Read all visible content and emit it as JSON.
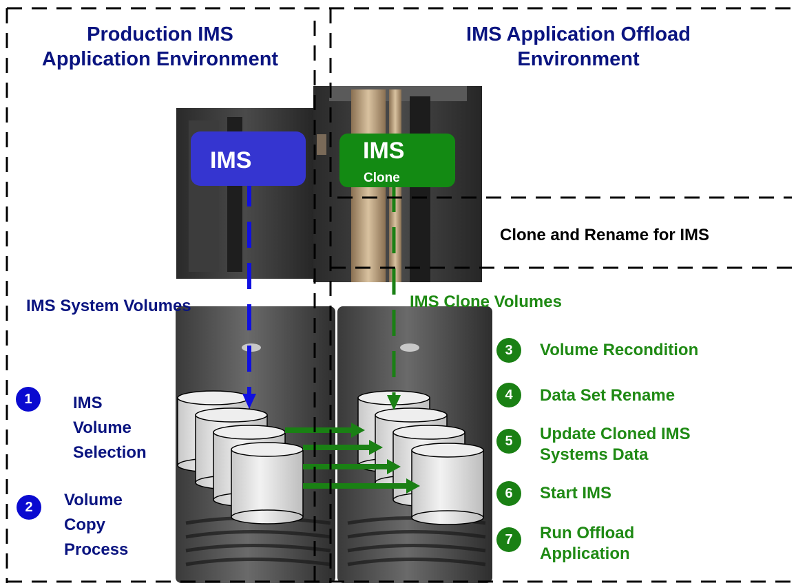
{
  "left_env": {
    "title_line1": "Production IMS",
    "title_line2": "Application Environment"
  },
  "right_env": {
    "title_line1": "IMS Application Offload",
    "title_line2": "Environment"
  },
  "ims_box": {
    "label": "IMS",
    "color": "#3535d0"
  },
  "clone_box": {
    "label": "IMS",
    "sublabel": "Clone",
    "color": "#138a13"
  },
  "clone_rename_label": "Clone and Rename for IMS",
  "system_volumes_label": "IMS System Volumes",
  "clone_volumes_label": "IMS Clone Volumes",
  "left_steps": [
    {
      "num": "1",
      "lines": [
        "IMS",
        "Volume",
        "Selection"
      ]
    },
    {
      "num": "2",
      "lines": [
        "Volume",
        "Copy",
        "Process"
      ]
    }
  ],
  "right_steps": [
    {
      "num": "3",
      "lines": [
        "Volume Recondition"
      ]
    },
    {
      "num": "4",
      "lines": [
        "Data Set Rename"
      ]
    },
    {
      "num": "5",
      "lines": [
        "Update Cloned IMS",
        "Systems Data"
      ]
    },
    {
      "num": "6",
      "lines": [
        "Start IMS"
      ]
    },
    {
      "num": "7",
      "lines": [
        "Run Offload",
        "Application"
      ]
    }
  ],
  "colors": {
    "navy_text": "#0a1480",
    "green_text": "#1f8a14",
    "blue_arrow": "#1010e0",
    "green_arrow": "#1a8014"
  }
}
